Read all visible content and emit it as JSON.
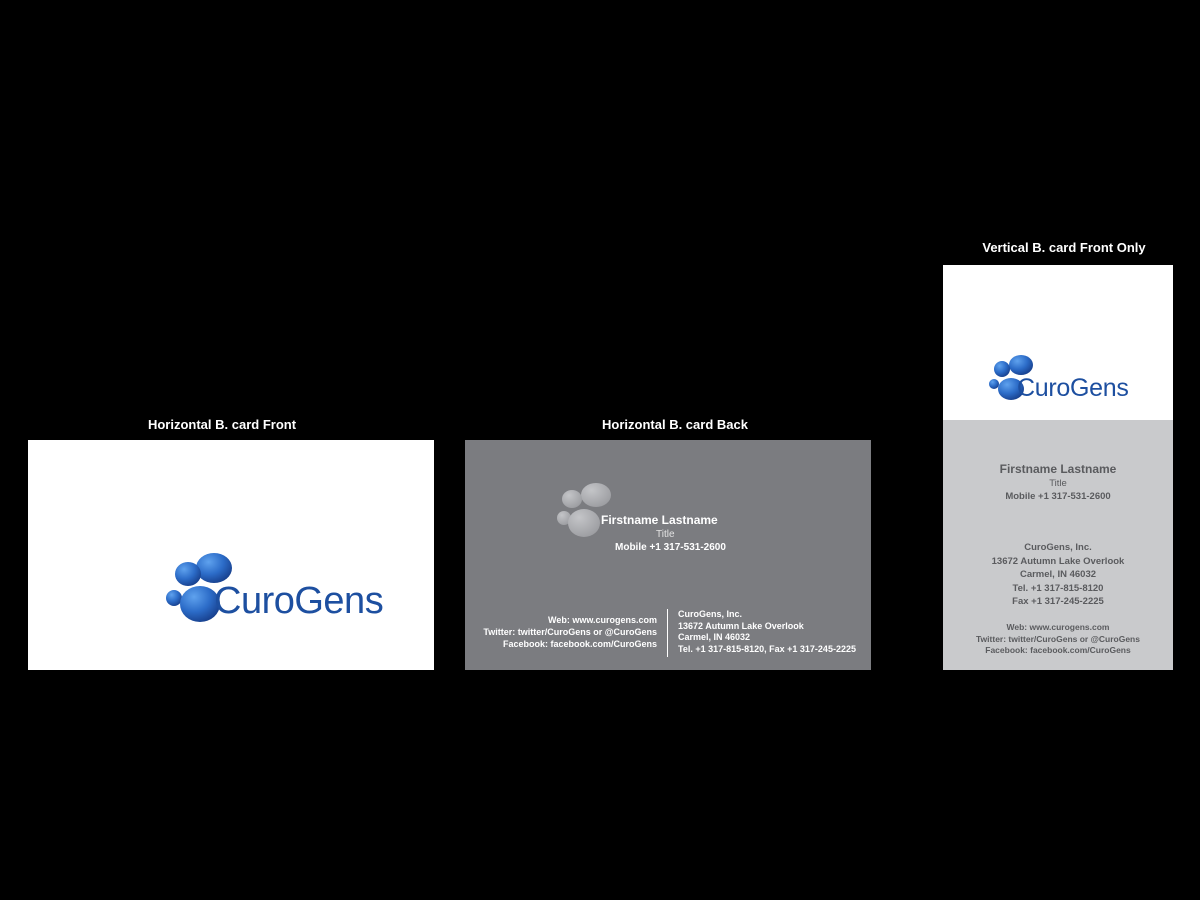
{
  "captions": {
    "horizontal_front": "Horizontal B. card Front",
    "horizontal_back": "Horizontal B. card Back",
    "vertical": "Vertical B. card Front Only"
  },
  "brand": {
    "name": "CuroGens",
    "color_primary": "#1d4fa0",
    "color_accent": "#3b7fd6",
    "logo_icon": "bubble-cluster-icon"
  },
  "contact": {
    "name": "Firstname Lastname",
    "title": "Title",
    "mobile": "Mobile +1 317-531-2600",
    "company": "CuroGens, Inc.",
    "street": "13672 Autumn Lake Overlook",
    "city": "Carmel, IN 46032",
    "tel_fax": "Tel. +1 317-815-8120, Fax +1 317-245-2225",
    "tel": "Tel. +1 317-815-8120",
    "fax": "Fax +1 317-245-2225",
    "web": "Web: www.curogens.com",
    "twitter": "Twitter: twitter/CuroGens or @CuroGens",
    "facebook": "Facebook: facebook.com/CuroGens"
  },
  "colors": {
    "background": "#000000",
    "card_back": "#7b7c80",
    "vertical_bottom": "#c9cacc"
  }
}
